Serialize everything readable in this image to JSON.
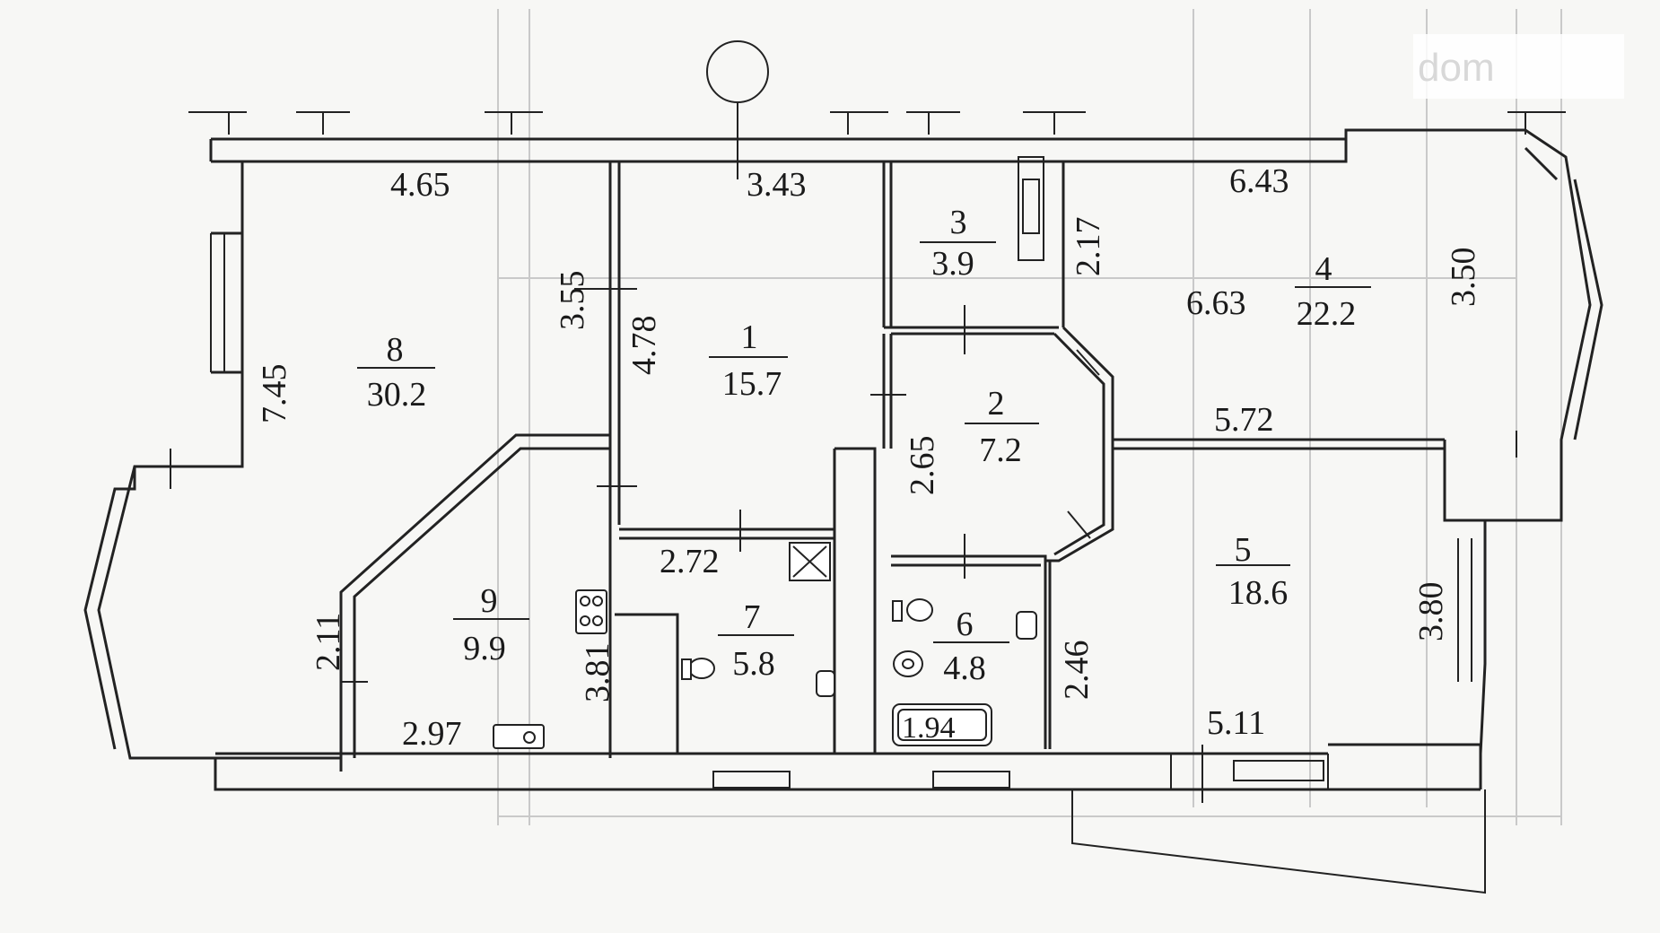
{
  "watermark": "dom",
  "rooms": [
    {
      "id": "1",
      "number": "1",
      "area": "15.7"
    },
    {
      "id": "2",
      "number": "2",
      "area": "7.2"
    },
    {
      "id": "3",
      "number": "3",
      "area": "3.9"
    },
    {
      "id": "4",
      "number": "4",
      "area": "22.2"
    },
    {
      "id": "5",
      "number": "5",
      "area": "18.6"
    },
    {
      "id": "6",
      "number": "6",
      "area": "4.8"
    },
    {
      "id": "7",
      "number": "7",
      "area": "5.8"
    },
    {
      "id": "8",
      "number": "8",
      "area": "30.2"
    },
    {
      "id": "9",
      "number": "9",
      "area": "9.9"
    }
  ],
  "dimensions": [
    "4.65",
    "3.43",
    "6.43",
    "2.17",
    "3.50",
    "6.63",
    "3.55",
    "4.78",
    "7.45",
    "5.72",
    "2.65",
    "2.72",
    "2.11",
    "3.81",
    "2.97",
    "2.46",
    "3.80",
    "5.11",
    "1.94"
  ]
}
